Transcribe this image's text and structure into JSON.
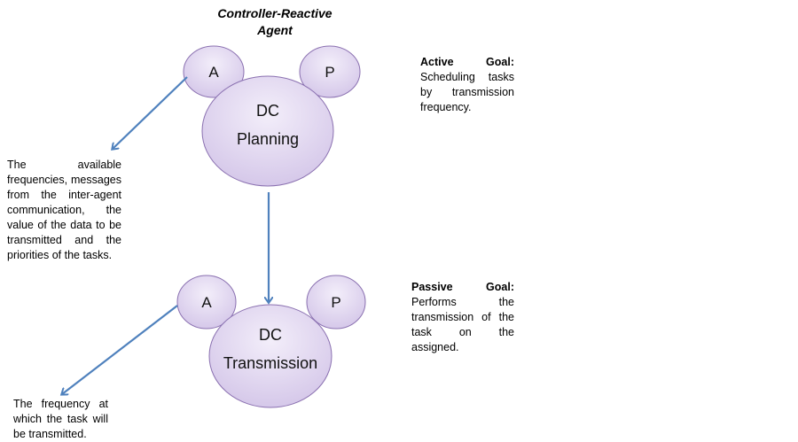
{
  "title": {
    "line1": "Controller-Reactive",
    "line2": "Agent"
  },
  "top_agent": {
    "left_bubble": "A",
    "right_bubble": "P",
    "main_line1": "DC",
    "main_line2": "Planning"
  },
  "bottom_agent": {
    "left_bubble": "A",
    "right_bubble": "P",
    "main_line1": "DC",
    "main_line2": "Transmission"
  },
  "active_goal": {
    "heading_word1": "Active",
    "heading_word2": "Goal:",
    "text": "Scheduling tasks by transmission frequency."
  },
  "passive_goal": {
    "heading_word1": "Passive",
    "heading_word2": "Goal:",
    "text": "Performs the transmission of the task on the assigned."
  },
  "top_input_note": "The available frequencies, messages from the inter-agent communication, the value of the data to be transmitted and the priorities of the tasks.",
  "bottom_output_note": "The frequency at which the task will be transmitted.",
  "colors": {
    "bubble_fill_top": "#f1ebf8",
    "bubble_fill_bottom": "#cfc0e6",
    "bubble_stroke": "#8064a2",
    "arrow": "#4f81bd"
  }
}
